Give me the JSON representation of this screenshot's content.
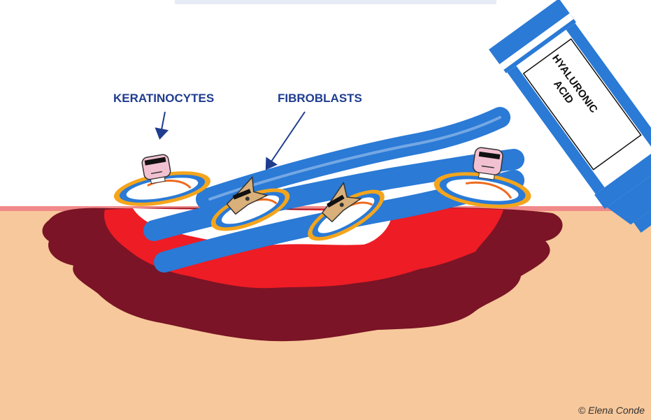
{
  "labels": {
    "keratinocytes": "KERATINOCYTES",
    "fibroblasts": "FIBROBLASTS"
  },
  "tube": {
    "line1": "HYALURONIC",
    "line2": "ACID"
  },
  "credit": "© Elena Conde",
  "colors": {
    "skin": "#f7c89b",
    "skin_line": "#f08a8a",
    "wound_dark": "#7a1426",
    "wound_red": "#ee1c24",
    "ha_blue": "#2a7ad6",
    "label_blue": "#1f3c8f"
  }
}
